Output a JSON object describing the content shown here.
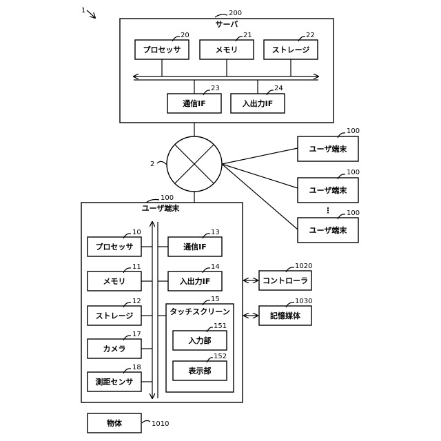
{
  "figure_number": "1",
  "server": {
    "ref": "200",
    "title": "サーバ",
    "processor": {
      "label": "プロセッサ",
      "ref": "20"
    },
    "memory": {
      "label": "メモリ",
      "ref": "21"
    },
    "storage": {
      "label": "ストレージ",
      "ref": "22"
    },
    "comm_if": {
      "label": "通信IF",
      "ref": "23"
    },
    "io_if": {
      "label": "入出力IF",
      "ref": "24"
    }
  },
  "network": {
    "ref": "2"
  },
  "user_terminals": [
    {
      "label": "ユーザ端末",
      "ref": "100"
    },
    {
      "label": "ユーザ端末",
      "ref": "100"
    },
    {
      "label": "ユーザ端末",
      "ref": "100"
    }
  ],
  "ellipsis": "⋮",
  "terminal": {
    "ref": "100",
    "title": "ユーザ端末",
    "processor": {
      "label": "プロセッサ",
      "ref": "10"
    },
    "memory": {
      "label": "メモリ",
      "ref": "11"
    },
    "storage": {
      "label": "ストレージ",
      "ref": "12"
    },
    "camera": {
      "label": "カメラ",
      "ref": "17"
    },
    "ranging_sensor": {
      "label": "測距センサ",
      "ref": "18"
    },
    "comm_if": {
      "label": "通信IF",
      "ref": "13"
    },
    "io_if": {
      "label": "入出力IF",
      "ref": "14"
    },
    "touchscreen": {
      "label": "タッチスクリーン",
      "ref": "15"
    },
    "input_unit": {
      "label": "入力部",
      "ref": "151"
    },
    "display_unit": {
      "label": "表示部",
      "ref": "152"
    }
  },
  "controller": {
    "label": "コントローラ",
    "ref": "1020"
  },
  "storage_medium": {
    "label": "記憶媒体",
    "ref": "1030"
  },
  "object": {
    "label": "物体",
    "ref": "1010"
  }
}
